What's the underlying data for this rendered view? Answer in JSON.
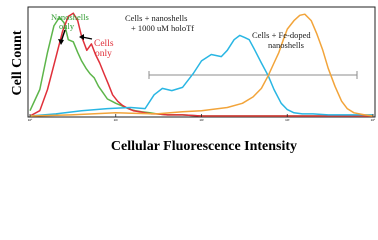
{
  "chart_data": {
    "type": "line",
    "xlabel": "Cellular Fluorescence Intensity",
    "ylabel": "Cell Count",
    "x_scale": "log",
    "xlim": [
      1,
      10000
    ],
    "ylim": [
      0,
      1
    ],
    "grid": false,
    "x_tick_labels": [
      "10⁰",
      "10¹",
      "10²",
      "10³",
      "10⁴"
    ],
    "annotations": [
      {
        "text": [
          "Nanoshells",
          "only"
        ],
        "color": "#2e9a2e"
      },
      {
        "text": [
          "Cells",
          "only"
        ],
        "color": "#e0303a"
      },
      {
        "text": [
          "Cells + nanoshells",
          "+ 1000 uM holoTf"
        ],
        "color": "#1a1a1a"
      },
      {
        "text": [
          "Cells + Fe-doped",
          "nanoshells"
        ],
        "color": "#1a1a1a"
      }
    ],
    "series": [
      {
        "color": "#5db54a",
        "x": [
          1.0,
          1.3,
          1.6,
          1.9,
          2.2,
          2.5,
          2.8,
          3.2,
          3.6,
          4.0,
          4.5,
          5.0,
          5.6,
          6.3,
          7.1,
          8.0,
          9.0,
          10,
          11.5,
          13,
          15,
          17,
          20,
          25,
          30,
          40,
          60,
          100,
          200,
          500,
          1000,
          3000,
          10000
        ],
        "y": [
          0.05,
          0.25,
          0.6,
          0.85,
          0.93,
          0.88,
          0.72,
          0.7,
          0.6,
          0.52,
          0.45,
          0.4,
          0.36,
          0.28,
          0.22,
          0.16,
          0.14,
          0.12,
          0.1,
          0.08,
          0.06,
          0.05,
          0.04,
          0.03,
          0.02,
          0.01,
          0.01,
          0.0,
          0.0,
          0.0,
          0.0,
          0.0,
          0.0
        ]
      },
      {
        "color": "#e0303a",
        "x": [
          1.0,
          1.3,
          1.6,
          2.0,
          2.4,
          2.8,
          3.2,
          3.6,
          4.0,
          4.6,
          5.2,
          5.8,
          6.5,
          7.3,
          8.2,
          9.2,
          10.5,
          12,
          14,
          16,
          19,
          22,
          26,
          30,
          40,
          60,
          100,
          200,
          500,
          1000,
          3000,
          10000
        ],
        "y": [
          0.0,
          0.05,
          0.25,
          0.55,
          0.8,
          0.94,
          0.97,
          0.9,
          0.75,
          0.62,
          0.68,
          0.58,
          0.5,
          0.4,
          0.3,
          0.2,
          0.14,
          0.1,
          0.07,
          0.05,
          0.04,
          0.03,
          0.02,
          0.02,
          0.01,
          0.01,
          0.0,
          0.0,
          0.0,
          0.0,
          0.0,
          0.0
        ]
      },
      {
        "color": "#29b6e3",
        "x": [
          1.0,
          2.0,
          4.0,
          8.0,
          15,
          22,
          28,
          35,
          45,
          60,
          80,
          100,
          130,
          170,
          200,
          240,
          280,
          320,
          360,
          420,
          500,
          600,
          700,
          850,
          1000,
          1200,
          1500,
          2000,
          3000,
          5000,
          10000
        ],
        "y": [
          0.0,
          0.02,
          0.05,
          0.07,
          0.08,
          0.07,
          0.2,
          0.26,
          0.24,
          0.27,
          0.4,
          0.52,
          0.58,
          0.56,
          0.62,
          0.72,
          0.76,
          0.74,
          0.72,
          0.62,
          0.5,
          0.38,
          0.25,
          0.12,
          0.06,
          0.03,
          0.02,
          0.02,
          0.01,
          0.01,
          0.01
        ]
      },
      {
        "color": "#f2a43a",
        "x": [
          1.0,
          3.0,
          10,
          30,
          60,
          100,
          200,
          300,
          400,
          500,
          600,
          700,
          800,
          900,
          1000,
          1200,
          1400,
          1600,
          1900,
          2200,
          2600,
          3000,
          3600,
          4300,
          5000,
          6000,
          8000,
          10000
        ],
        "y": [
          0.0,
          0.01,
          0.03,
          0.02,
          0.04,
          0.05,
          0.08,
          0.12,
          0.18,
          0.26,
          0.38,
          0.5,
          0.6,
          0.72,
          0.82,
          0.9,
          0.95,
          0.96,
          0.9,
          0.78,
          0.62,
          0.45,
          0.28,
          0.14,
          0.07,
          0.03,
          0.01,
          0.0
        ]
      }
    ]
  }
}
